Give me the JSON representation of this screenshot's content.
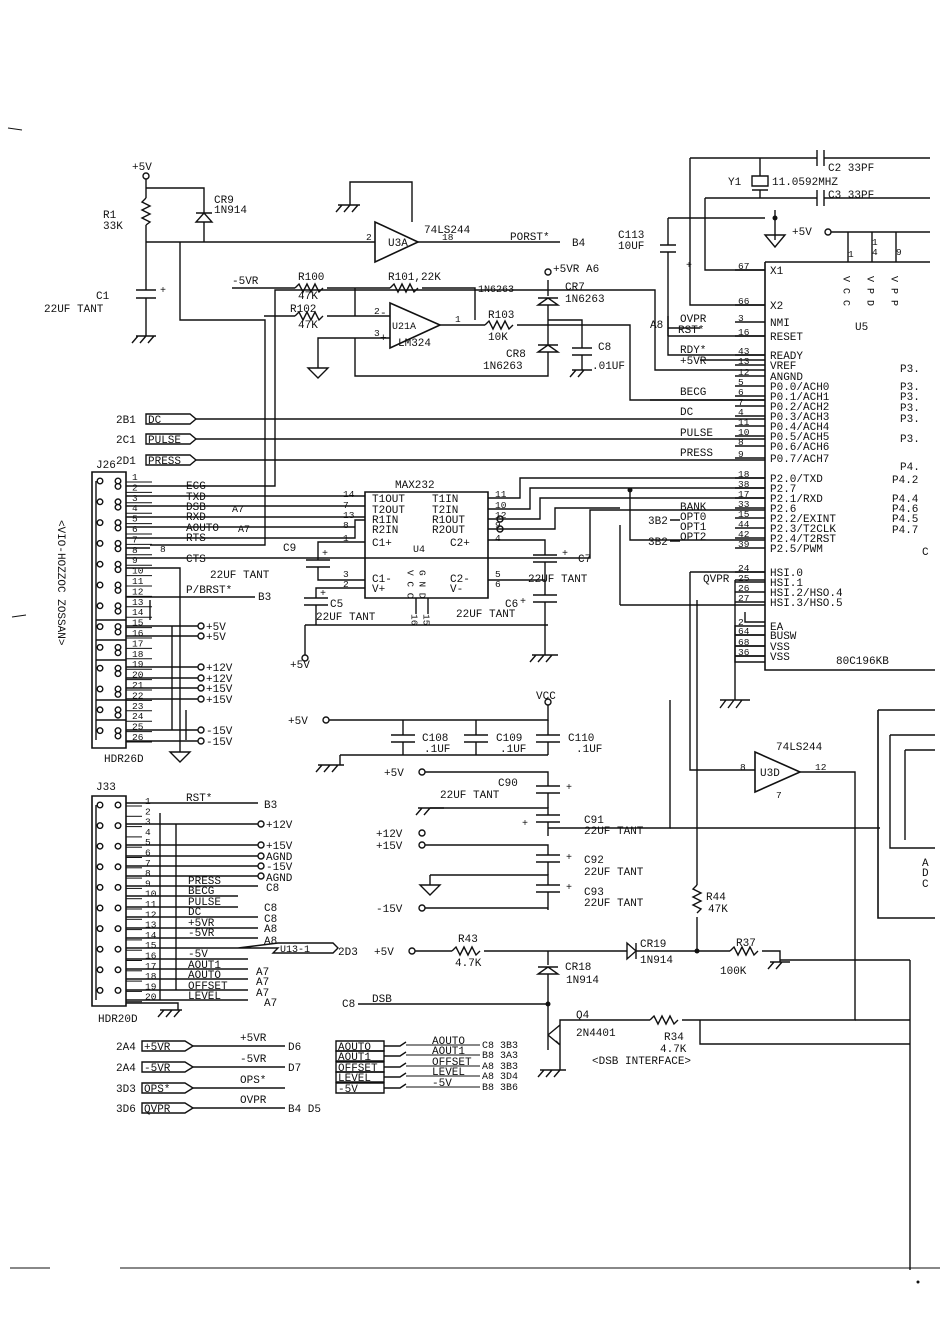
{
  "power": {
    "p5v": "+5V",
    "m5vr": "-5VR",
    "vcc": "VCC",
    "p12v": "+12V",
    "p15v": "+15V",
    "m15v": "-15V"
  },
  "parts": {
    "cr9": [
      "CR9",
      "1N914"
    ],
    "r1": [
      "R1",
      "33K"
    ],
    "c1": [
      "C1",
      "22UF TANT"
    ],
    "u3a": [
      "74LS244",
      "U3A"
    ],
    "porst": "PORST*",
    "porst_ref": "B4",
    "r100": [
      "R100",
      "47K"
    ],
    "r101": "R101,22K",
    "r101_note": "1N6263",
    "r102": [
      "R102",
      "47K"
    ],
    "u21a": [
      "U21A",
      "LM324"
    ],
    "r103": [
      "R103",
      "10K"
    ],
    "cr7": [
      "CR7",
      "1N6263"
    ],
    "cr8": [
      "CR8",
      "1N6263"
    ],
    "c8": [
      "C8",
      ".01UF"
    ],
    "p5vr_a6": "+5VR A6",
    "c113": [
      "C113",
      "10UF"
    ],
    "y1": [
      "Y1",
      "11.0592MHZ"
    ],
    "c2": "C2  33PF",
    "c3": "C3  33PF",
    "u5": "U5",
    "u5_part": "80C196KB",
    "max232": "MAX232",
    "u4": "U4",
    "c9": [
      "C9",
      "22UF TANT"
    ],
    "c7": [
      "C7",
      "22UF TANT"
    ],
    "c5": [
      "C5",
      "22UF TANT"
    ],
    "c6": [
      "C6",
      "22UF TANT"
    ],
    "c108": [
      "C108",
      ".1UF"
    ],
    "c109": [
      "C109",
      ".1UF"
    ],
    "c110": [
      "C110",
      ".1UF"
    ],
    "c90": [
      "C90",
      "22UF TANT"
    ],
    "c91": [
      "C91",
      "22UF TANT"
    ],
    "c92": [
      "C92",
      "22UF TANT"
    ],
    "c93": [
      "C93",
      "22UF TANT"
    ],
    "u3d": [
      "74LS244",
      "U3D"
    ],
    "r44": [
      "R44",
      "47K"
    ],
    "r43": [
      "R43",
      "4.7K"
    ],
    "cr19": [
      "CR19",
      "1N914"
    ],
    "cr18": [
      "CR18",
      "1N914"
    ],
    "r37": [
      "R37",
      "100K"
    ],
    "q4": [
      "Q4",
      "2N4401"
    ],
    "r34": [
      "R34",
      "4.7K"
    ],
    "dsb_if": "<DSB INTERFACE>",
    "u13": "U13-1",
    "u13_ref": "2D3"
  },
  "u5_left": [
    "X1",
    "X2",
    "NMI",
    "RESET",
    "READY",
    "VREF",
    "ANGND",
    "P0.0/ACH0",
    "P0.1/ACH1",
    "P0.2/ACH2",
    "P0.3/ACH3",
    "P0.4/ACH4",
    "P0.5/ACH5",
    "P0.6/ACH6",
    "P0.7/ACH7",
    "P2.0/TXD",
    "P2.7",
    "P2.1/RXD",
    "P2.6",
    "P2.2/EXINT",
    "P2.3/T2CLK",
    "P2.4/T2RST",
    "P2.5/PWM",
    "HSI.0",
    "HSI.1",
    "HSI.2/HSO.4",
    "HSI.3/HSO.5",
    "EA",
    "BUSW",
    "VSS",
    "VSS"
  ],
  "u5_pins": [
    "67",
    "66",
    "3",
    "16",
    "43",
    "13",
    "12",
    "5",
    "6",
    "7",
    "4",
    "11",
    "10",
    "8",
    "9",
    "18",
    "38",
    "17",
    "33",
    "15",
    "44",
    "42",
    "39",
    "24",
    "25",
    "26",
    "27",
    "2",
    "64",
    "68",
    "36"
  ],
  "u5_right": [
    "P3.",
    "P3.",
    "P3.",
    "P3.",
    "P3.",
    "P3.",
    "P4.2",
    "P4.",
    "P4.4",
    "P4.5",
    "P4.6",
    "P4.7"
  ],
  "u5_top": [
    "V C C",
    "V P D",
    "V P P"
  ],
  "u5_nets": [
    "OVPR",
    "RST*",
    "RDY*",
    "+5VR",
    "BECG",
    "DC",
    "PULSE",
    "PRESS",
    "BANK",
    "OPT0",
    "OPT1",
    "OPT2",
    "QVPR"
  ],
  "u5_refs": [
    "A8",
    "3B2",
    "3B2"
  ],
  "max_left": [
    "T1OUT",
    "T2OUT",
    "R1IN",
    "R2IN",
    "C1+",
    "C1-",
    "V+"
  ],
  "max_right": [
    "T1IN",
    "T2IN",
    "R1OUT",
    "R2OUT",
    "C2+",
    "C2-",
    "V-"
  ],
  "max_mid": [
    "V C C",
    "G N D"
  ],
  "max_pins_l": [
    "14",
    "7",
    "13",
    "8",
    "1",
    "3",
    "2"
  ],
  "max_pins_r": [
    "11",
    "10",
    "12",
    "9",
    "4",
    "5",
    "6"
  ],
  "max_pins_b": [
    "16",
    "15"
  ],
  "inputs": [
    {
      "ref": "2B1",
      "label": "DC"
    },
    {
      "ref": "2C1",
      "label": "PULSE"
    },
    {
      "ref": "2D1",
      "label": "PRESS"
    }
  ],
  "j26": {
    "name": "J26",
    "part": "HDR26D",
    "vertical": "<VIO-HOZZOC ZOSSAN>",
    "pins": [
      "1",
      "2",
      "3",
      "4",
      "5",
      "6",
      "7",
      "8",
      "9",
      "10",
      "11",
      "12",
      "13",
      "14",
      "15",
      "16",
      "17",
      "18",
      "19",
      "20",
      "21",
      "22",
      "23",
      "24",
      "25",
      "26"
    ],
    "nets": [
      "ECG",
      "TXD",
      "DSB",
      "RXD",
      "AOUTO",
      "RTS",
      "CTS",
      "P/BRST*"
    ],
    "net_refs": [
      "A7",
      "A7",
      "B3"
    ],
    "rails": [
      "+5V",
      "+5V",
      "+12V",
      "+12V",
      "+15V",
      "+15V",
      "-15V",
      "-15V"
    ]
  },
  "j33": {
    "name": "J33",
    "part": "HDR20D",
    "pins": [
      "1",
      "2",
      "3",
      "4",
      "5",
      "6",
      "7",
      "8",
      "9",
      "10",
      "11",
      "12",
      "13",
      "14",
      "15",
      "16",
      "17",
      "18",
      "19",
      "20"
    ],
    "nets": [
      "RST*",
      "+12V",
      "+15V",
      "AGND",
      "-15V",
      "AGND",
      "PRESS",
      "BECG",
      "PULSE",
      "DC",
      "+5VR",
      "-5VR",
      "-5V",
      "AOUT1",
      "AOUTO",
      "OFFSET",
      "LEVEL"
    ],
    "refs": [
      "B3",
      "C8",
      "C8",
      "C8",
      "A8",
      "A8",
      "A7",
      "A7",
      "A7",
      "A7"
    ]
  },
  "offpage": [
    {
      "ref": "2A4",
      "label": "+5VR",
      "net": "+5VR",
      "dest": "D6"
    },
    {
      "ref": "2A4",
      "label": "-5VR",
      "net": "-5VR",
      "dest": "D7"
    },
    {
      "ref": "3D3",
      "label": "OPS*",
      "net": "OPS*",
      "dest": ""
    },
    {
      "ref": "3D6",
      "label": "QVPR",
      "net": "OVPR",
      "dest": "B4 D5"
    }
  ],
  "aout": [
    {
      "label": "AOUTO",
      "net": "AOUTO",
      "refs": "C8 3B3"
    },
    {
      "label": "AOUT1",
      "net": "AOUT1",
      "refs": "B8 3A3"
    },
    {
      "label": "OFFSET",
      "net": "OFFSET",
      "refs": "A8 3B3"
    },
    {
      "label": "LEVEL",
      "net": "LEVEL",
      "refs": "A8 3D4"
    },
    {
      "label": "-5V",
      "net": "-5V",
      "refs": "B8 3B6"
    }
  ],
  "right_panel": [
    "A",
    "D",
    "C"
  ],
  "misc": {
    "c8_ref": "C8",
    "dsb": "DSB",
    "a8": "A8",
    "b4": "B4",
    "b3": "B3",
    "a7": "A7",
    "c": "C"
  }
}
